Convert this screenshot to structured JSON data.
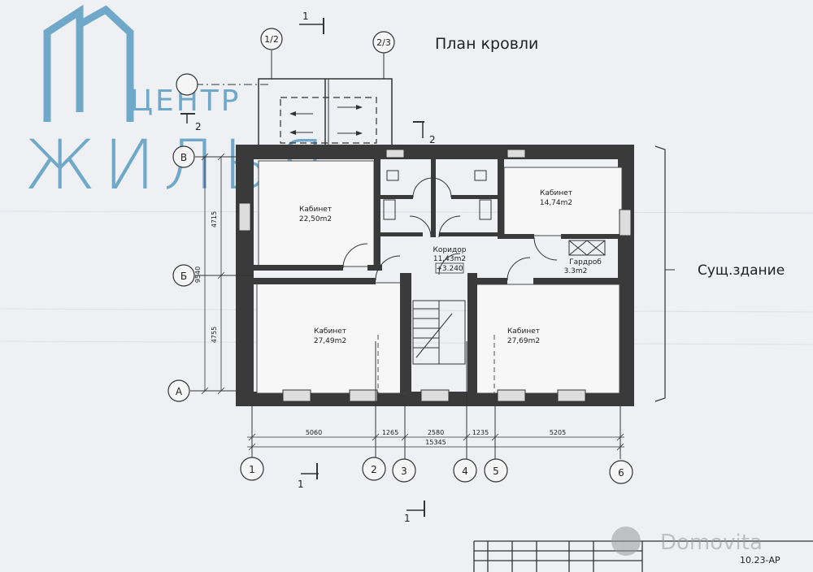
{
  "header": {
    "plan_title": "План кровли"
  },
  "logo": {
    "line1": "ЦЕНТР",
    "line2": "ЖИЛЬЯ"
  },
  "annotation": {
    "existing_building": "Сущ.здание"
  },
  "rooms": [
    {
      "name": "Кабинет",
      "area": "22,50m2"
    },
    {
      "name": "Кабинет",
      "area": "14,74m2"
    },
    {
      "name": "Коридор",
      "area": "11,43m2",
      "level": "+3.240"
    },
    {
      "name": "Гардроб",
      "area": "3.3m2"
    },
    {
      "name": "Кабинет",
      "area": "27,49m2"
    },
    {
      "name": "Кабинет",
      "area": "27,69m2"
    }
  ],
  "axes": {
    "letters": [
      "В",
      "Б",
      "А"
    ],
    "numbers": [
      "1",
      "2",
      "3",
      "4",
      "5",
      "6"
    ],
    "roof_axes": [
      "1/2",
      "2/3"
    ]
  },
  "dimensions": {
    "horizontal": [
      "5060",
      "1265",
      "2580",
      "1235",
      "5205"
    ],
    "total": "15345",
    "vertical": [
      "4715",
      "4755"
    ],
    "vertical_total": "9540"
  },
  "section_marks": {
    "s1": "1",
    "s2": "2"
  },
  "title_block": {
    "code": "10.23-АР"
  },
  "watermark": {
    "text": "Domovita"
  }
}
